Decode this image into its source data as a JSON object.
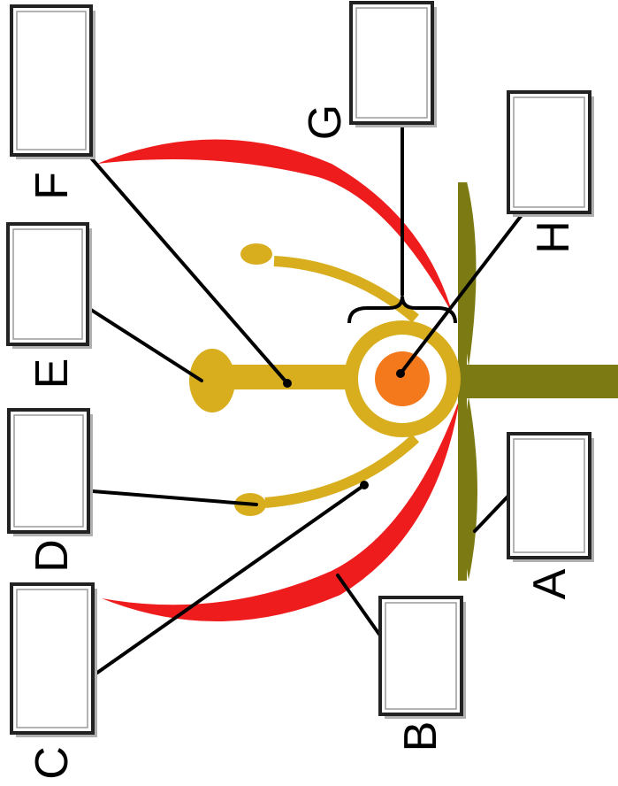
{
  "labels": {
    "A": "A",
    "B": "B",
    "C": "C",
    "D": "D",
    "E": "E",
    "F": "F",
    "G": "G",
    "H": "H"
  },
  "colors": {
    "petal": "#ee1c1c",
    "stamen": "#d8ae1f",
    "receptacle_ring": "#d8ae1f",
    "ovary": "#f4781c",
    "sepal_and_stalk": "#7c7a12",
    "box_border": "#222222",
    "leader_line": "#000000"
  }
}
